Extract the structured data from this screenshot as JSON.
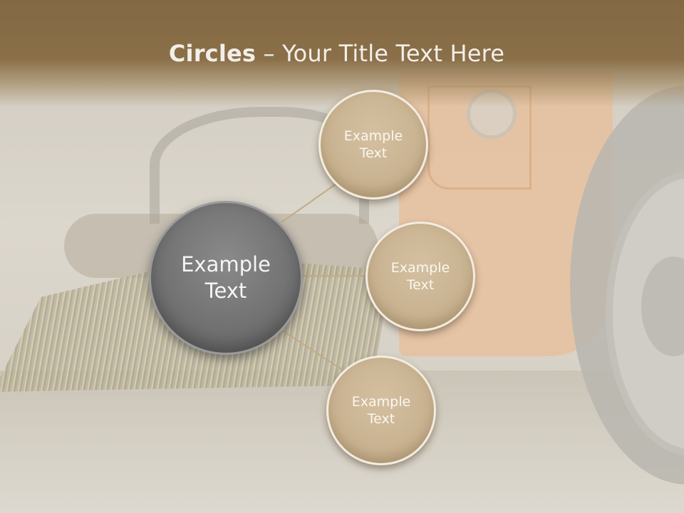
{
  "slide": {
    "title_bold": "Circles",
    "title_rest": " – Your Title Text Here"
  },
  "diagram": {
    "center": {
      "label": "Example\nText"
    },
    "satellites": [
      {
        "label": "Example\nText"
      },
      {
        "label": "Example\nText"
      },
      {
        "label": "Example\nText"
      }
    ]
  },
  "colors": {
    "title_band": "#826944",
    "center_circle": "#707070",
    "satellite_circle": "#c8b290",
    "connector": "#c4ab88"
  }
}
